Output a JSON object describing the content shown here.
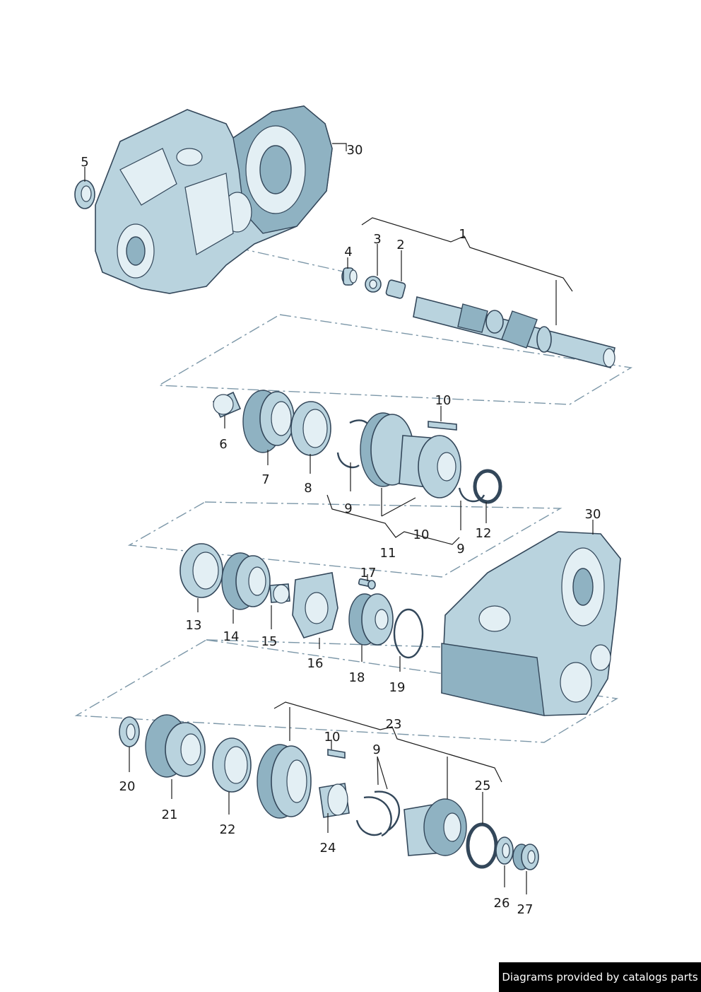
{
  "callouts": {
    "c1": "1",
    "c2": "2",
    "c3": "3",
    "c4": "4",
    "c5": "5",
    "c6": "6",
    "c7": "7",
    "c8": "8",
    "c9a": "9",
    "c9b": "9",
    "c9c": "9",
    "c10a": "10",
    "c10b": "10",
    "c10c": "10",
    "c11": "11",
    "c12": "12",
    "c13": "13",
    "c14": "14",
    "c15": "15",
    "c16": "16",
    "c17": "17",
    "c18": "18",
    "c19": "19",
    "c20": "20",
    "c21": "21",
    "c22": "22",
    "c23": "23",
    "c24": "24",
    "c25": "25",
    "c26": "26",
    "c27": "27",
    "c30a": "30",
    "c30b": "30"
  },
  "footer": {
    "credit": "Diagrams provided by catalogs parts"
  },
  "colors": {
    "part_fill": "#b9d3de",
    "outline": "#33475a",
    "dash": "#7c97a8"
  }
}
